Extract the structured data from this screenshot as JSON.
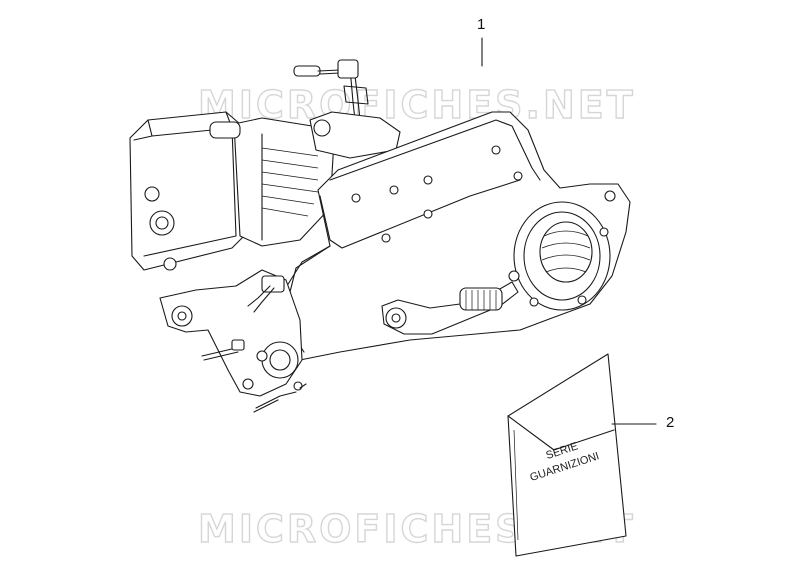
{
  "watermark": "MICROFICHES.NET",
  "callouts": [
    {
      "number": "1"
    },
    {
      "number": "2"
    }
  ],
  "gasket_kit": {
    "line1": "SERIE",
    "line2": "GUARNIZIONI"
  }
}
